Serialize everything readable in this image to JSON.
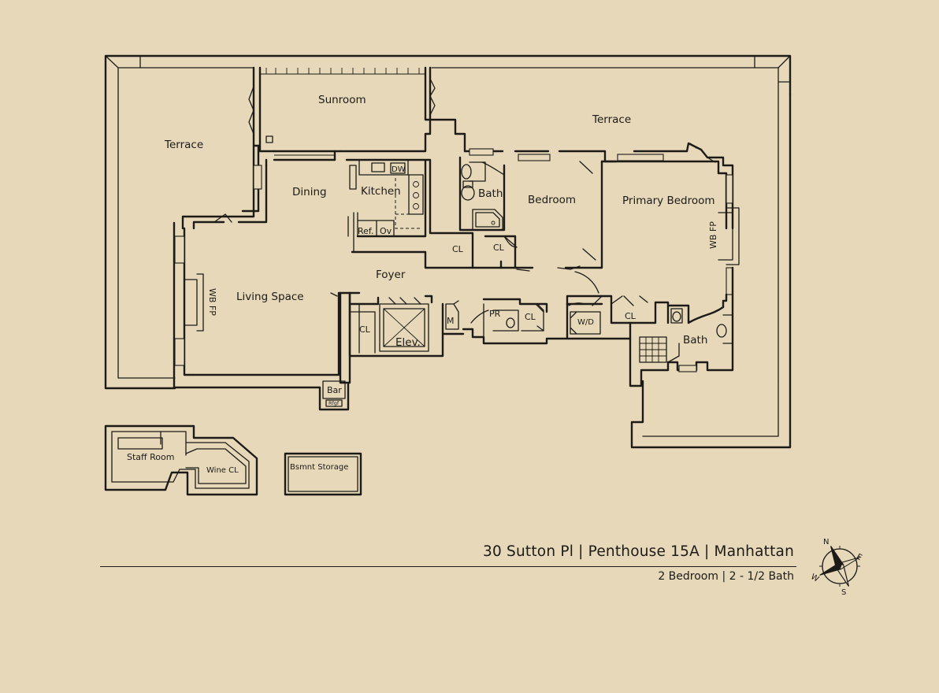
{
  "listing": {
    "title": "30 Sutton Pl | Penthouse 15A | Manhattan",
    "subtitle": "2 Bedroom | 2 - 1/2 Bath"
  },
  "rooms": {
    "terrace_west": "Terrace",
    "terrace_north": "Terrace",
    "sunroom": "Sunroom",
    "dining": "Dining",
    "kitchen": "Kitchen",
    "dishwasher": "DW",
    "refrigerator": "Ref.",
    "oven": "Ov",
    "bath_1": "Bath",
    "bedroom": "Bedroom",
    "primary_bedroom": "Primary Bedroom",
    "wb_fp_primary": "WB FP",
    "wb_fp_living": "WB FP",
    "living_space": "Living Space",
    "foyer": "Foyer",
    "closet_kitchen": "CL",
    "closet_bath": "CL",
    "closet_elevator": "CL",
    "elevator": "Elev.",
    "mech": "M",
    "powder_room": "PR",
    "closet_pr": "CL",
    "washer_dryer": "W/D",
    "closet_primary": "CL",
    "bath_2": "Bath",
    "bar": "Bar",
    "bar_fridge": "Rfgf",
    "staff_room": "Staff Room",
    "wine_closet": "Wine CL",
    "basement_storage": "Bsmnt Storage"
  },
  "compass": {
    "n": "N",
    "e": "E",
    "s": "S",
    "w": "W",
    "icon": "compass-rose-icon"
  },
  "colors": {
    "paper": "#e6d8b9",
    "ink": "#1d1b18"
  }
}
